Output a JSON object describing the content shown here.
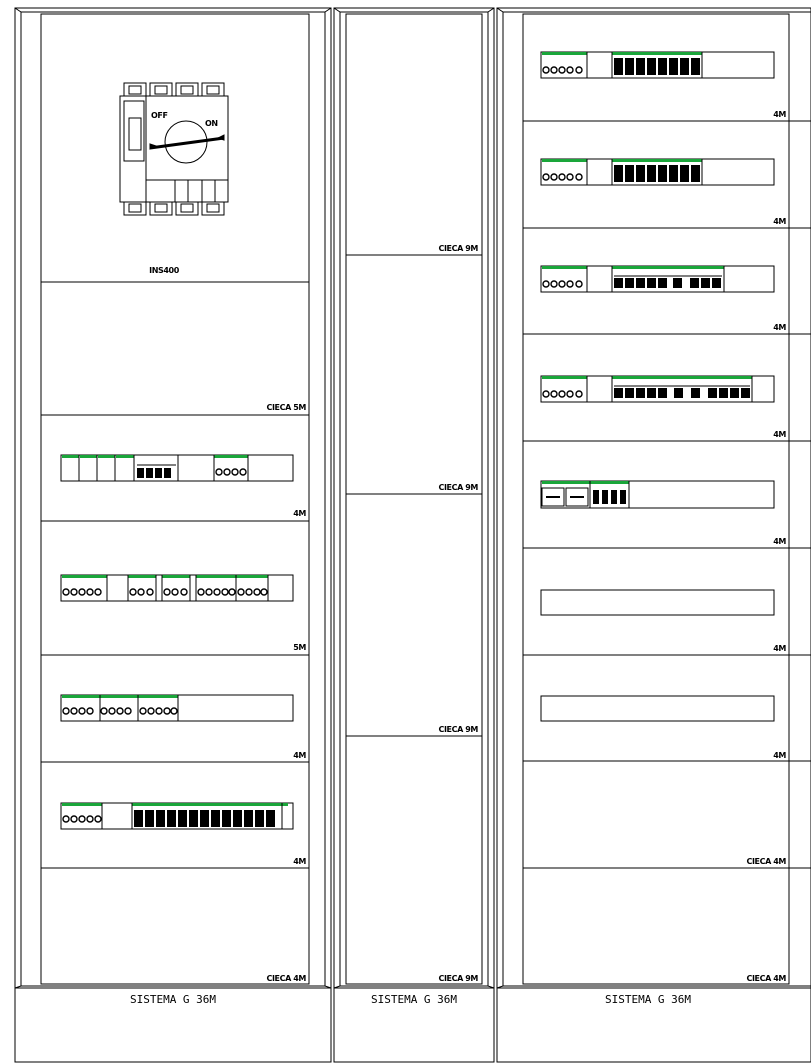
{
  "drawing": {
    "footer_text": "SISTEMA G 36M",
    "colors": {
      "line": "#000000",
      "device_accent": "#1aa63a",
      "background": "#ffffff"
    },
    "switch": {
      "model": "INS400",
      "off_label": "OFF",
      "on_label": "ON"
    },
    "column1": {
      "rows": [
        {
          "label": "",
          "type": "switch"
        },
        {
          "label": "CIECA 5M",
          "type": "blank"
        },
        {
          "label": "4M",
          "type": "row-a"
        },
        {
          "label": "5M",
          "type": "row-b"
        },
        {
          "label": "4M",
          "type": "row-c"
        },
        {
          "label": "4M",
          "type": "row-d"
        },
        {
          "label": "CIECA 4M",
          "type": "blank"
        }
      ]
    },
    "column2": {
      "rows": [
        {
          "label": "CIECA 9M"
        },
        {
          "label": "CIECA 9M"
        },
        {
          "label": "CIECA 9M"
        },
        {
          "label": "CIECA 9M"
        }
      ]
    },
    "column3": {
      "rows": [
        {
          "label": "4M",
          "type": "row-e"
        },
        {
          "label": "4M",
          "type": "row-e"
        },
        {
          "label": "4M",
          "type": "row-f"
        },
        {
          "label": "4M",
          "type": "row-g"
        },
        {
          "label": "4M",
          "type": "row-h"
        },
        {
          "label": "4M",
          "type": "empty-rail"
        },
        {
          "label": "4M",
          "type": "empty-rail"
        },
        {
          "label": "CIECA 4M",
          "type": "blank"
        },
        {
          "label": "CIECA 4M",
          "type": "blank"
        }
      ]
    }
  }
}
